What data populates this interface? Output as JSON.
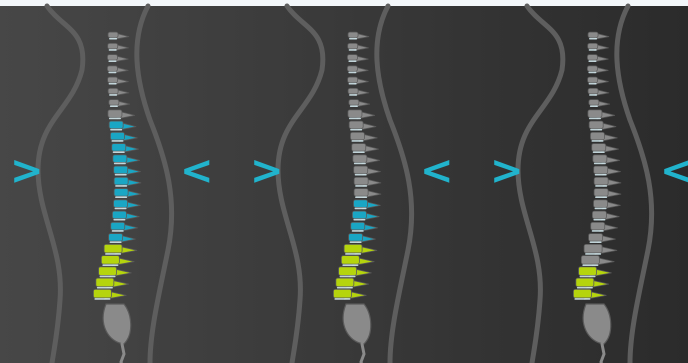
{
  "colors": {
    "background_left": "#474747",
    "background_right": "#2b2b2b",
    "top_strip": "#f3f7fa",
    "body_outline": "#5e5e5e",
    "vertebra_gray": "#8a8a8a",
    "vertebra_gray_dark": "#5a5a5a",
    "thoracic_blue": "#1aa6c4",
    "lumbar_green": "#b5d40d",
    "disc_light": "#d8eef4",
    "chevron": "#21b3cc"
  },
  "panels": [
    {
      "name": "panel-1",
      "blue_fraction": 0.92,
      "green_fraction": 1.0,
      "left_chevron": ">",
      "right_chevron": "<"
    },
    {
      "name": "panel-2",
      "blue_fraction": 0.35,
      "green_fraction": 1.0,
      "left_chevron": ">",
      "right_chevron": "<"
    },
    {
      "name": "panel-3",
      "blue_fraction": 0.0,
      "green_fraction": 0.55,
      "left_chevron": ">",
      "right_chevron": "<"
    }
  ]
}
